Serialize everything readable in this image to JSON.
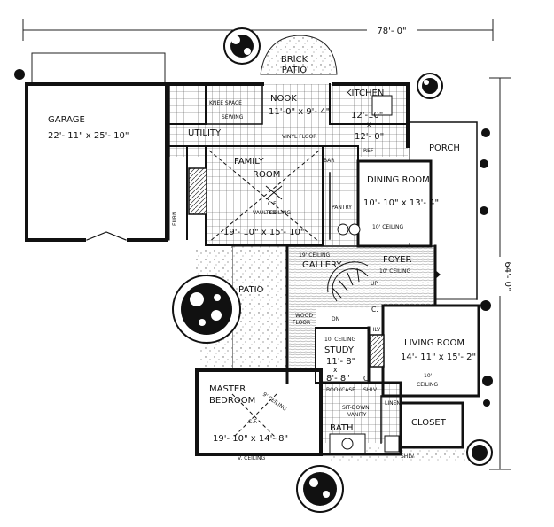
{
  "dimensions": {
    "width": "78'- 0\"",
    "depth": "64'- 0\""
  },
  "rooms": {
    "garage": {
      "name": "GARAGE",
      "size": "22'- 11\" x 25'- 10\""
    },
    "brick_patio": {
      "line1": "BRICK",
      "line2": "PATIO"
    },
    "nook": {
      "name": "NOOK",
      "size": "11'-0\" x 9'- 4\""
    },
    "kitchen": {
      "name": "KITCHEN",
      "size_a": "12'-10\"",
      "size_x": "x",
      "size_b": "12'- 0\""
    },
    "knee_space": "KNEE SPACE",
    "sewing": "SEWING",
    "utility": "UTILITY",
    "vinyl_floor": "VINYL FLOOR",
    "family_room": {
      "line1": "FAMILY",
      "line2": "ROOM",
      "cf": "C.F.",
      "vaulted1": "VAULTED",
      "vaulted2": "CEILING",
      "size": "19'- 10\" x 15'- 10\""
    },
    "bar": "BAR",
    "ref": "REF",
    "dining_room": {
      "name": "DINING ROOM",
      "size": "10'- 10\" x 13'- 4\"",
      "ceiling": "10' CEILING"
    },
    "porch": "PORCH",
    "pantry": "PANTRY",
    "furn": "FURN",
    "gallery": {
      "name": "GALLERY",
      "ceiling": "19' CEILING"
    },
    "foyer": {
      "name": "FOYER",
      "ceiling": "10' CEILING"
    },
    "patio": "PATIO",
    "wood_floor1": "WOOD",
    "wood_floor2": "FLOOR",
    "study": {
      "ceiling": "10' CEILING",
      "line1": "STUDY",
      "line2": "11'- 8\"",
      "line3": "x",
      "line4": "8'- 8\""
    },
    "living_room": {
      "name": "LIVING ROOM",
      "size": "14'- 11\" x 15'- 2\"",
      "ceiling1": "10'",
      "ceiling2": "CEILING"
    },
    "closet_c1": "C.",
    "closet_c2": "C.",
    "shlv1": "SHLV",
    "shlv2": "SHLV",
    "shlv3": "SHLV",
    "bookcase": "BOOKCASE",
    "linen": "LINEN",
    "master": {
      "line1": "MASTER",
      "line2": "BEDROOM",
      "cf": "C.F.",
      "ceiling": "9' CEILING",
      "size": "19'- 10\" x 14'- 8\""
    },
    "sitdown1": "SIT-DOWN",
    "sitdown2": "VANITY",
    "bath": "BATH",
    "closet": "CLOSET",
    "up": "UP",
    "dn": "DN",
    "v_ceiling": "V. CEILING"
  }
}
